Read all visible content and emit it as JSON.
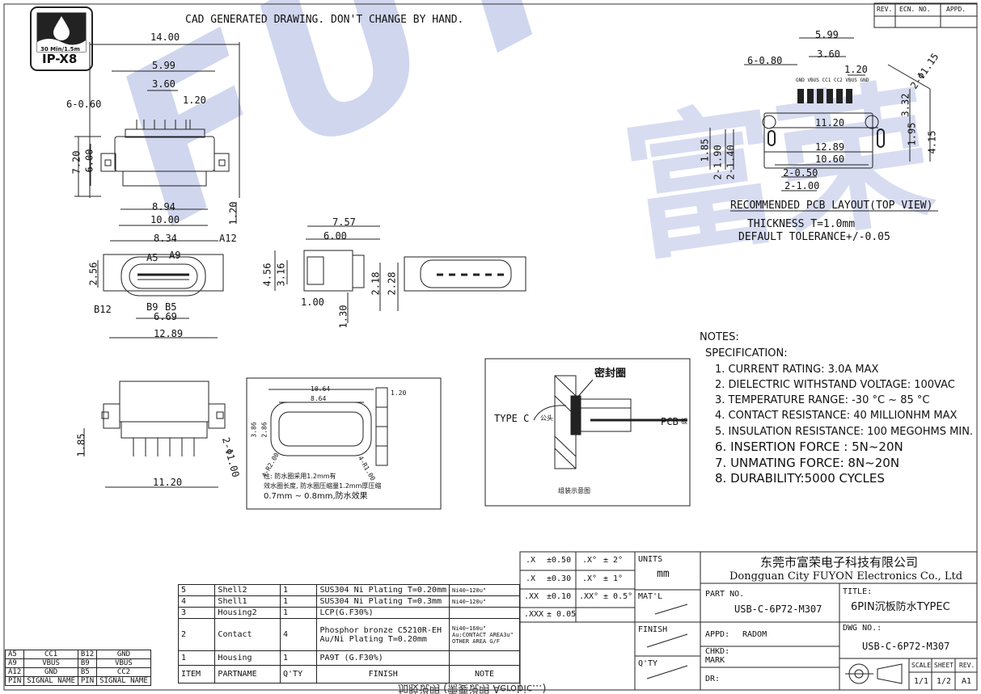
{
  "header": {
    "cad_note": "CAD GENERATED DRAWING. DON'T CHANGE BY HAND.",
    "rev_cols": [
      "REV.",
      "ECN. NO.",
      "APPD."
    ]
  },
  "badge": {
    "rating_small": "30 Min/1.5m",
    "rating": "IP-X8"
  },
  "watermark": {
    "text": "FUYON",
    "cn": "富荣"
  },
  "dims_top_view": [
    "14.00",
    "5.99",
    "3.60",
    "6-0.60",
    "1.20",
    "7.20",
    "6.00",
    "8.94",
    "10.00",
    "1.20"
  ],
  "dims_front_view": [
    "8.34",
    "A12",
    "A5",
    "A9",
    "2.56",
    "B12",
    "B9",
    "B5",
    "6.69",
    "12.89"
  ],
  "dims_side_view": [
    "7.57",
    "6.00",
    "4.56",
    "3.16",
    "2.18",
    "2.28",
    "1.00",
    "1.30"
  ],
  "dims_bottom_view": [
    "1.85",
    "11.20",
    "2-Φ1.00"
  ],
  "dims_detail": [
    "10.64",
    "8.64",
    "1.20",
    "3.86",
    "2.86",
    "4-R2.00",
    "4-R1.00"
  ],
  "detail_notes": [
    "注: 防水圈采用1.2mm有",
    "效水圈长度, 防水圈压缩量1.2mm厚压缩",
    "0.7mm ~ 0.8mm,防水效果"
  ],
  "seal_diagram": {
    "seal_label": "密封圈",
    "type_c": "TYPE C",
    "type_c_suffix": "公头",
    "pcb": "PCB",
    "pcb_suffix": "板",
    "caption": "组装示意图"
  },
  "pcb_layout": {
    "dims": [
      "5.99",
      "3.60",
      "6-0.80",
      "1.20",
      "2-Φ1.15",
      "3.32",
      "11.20",
      "1.95",
      "4.15",
      "1.85",
      "2-1.90",
      "2-1.40",
      "12.89",
      "10.60",
      "2-0.50",
      "2-1.00"
    ],
    "pins": "GND VBUS CC1 CC2 VBUS GND",
    "title": "RECOMMENDED PCB LAYOUT(TOP VIEW)",
    "thickness": "THICKNESS T=1.0mm",
    "tolerance": "DEFAULT TOLERANCE+/-0.05"
  },
  "notes": {
    "heading": "NOTES:",
    "spec": "SPECIFICATION:",
    "items": [
      "1. CURRENT RATING: 3.0A MAX",
      "2. DIELECTRIC WITHSTAND VOLTAGE: 100VAC",
      "3. TEMPERATURE RANGE: -30 °C ~ 85 °C",
      "4. CONTACT RESISTANCE: 40 MILLIONHM MAX",
      "5. INSULATION RESISTANCE: 100 MEGOHMS MIN.",
      "6. INSERTION FORCE : 5N~20N",
      "7. UNMATING FORCE: 8N~20N",
      "8. DURABILITY:5000 CYCLES"
    ]
  },
  "bom": {
    "rows": [
      {
        "item": "5",
        "part": "Shell2",
        "qty": "1",
        "finish": "SUS304  Ni  Plating T=0.20mm",
        "note": "Ni40~120u\""
      },
      {
        "item": "4",
        "part": "Shell1",
        "qty": "1",
        "finish": "SUS304  Ni  Plating  T=0.3mm",
        "note": "Ni40~120u\""
      },
      {
        "item": "3",
        "part": "Housing2",
        "qty": "1",
        "finish": "LCP(G.F30%)",
        "note": ""
      },
      {
        "item": "2",
        "part": "Contact",
        "qty": "4",
        "finish": "Phosphor bronze C5210R-EH Au/Ni Plating T=0.20mm",
        "note": "Ni40~160u\" Au:CONTACT AREA3u\" OTHER AREA G/F"
      },
      {
        "item": "1",
        "part": "Housing",
        "qty": "1",
        "finish": "PA9T (G.F30%)",
        "note": ""
      }
    ],
    "headers": {
      "item": "ITEM",
      "part": "PARTNAME",
      "qty": "Q'TY",
      "finish": "FINISH",
      "note": "NOTE"
    }
  },
  "pin_table": {
    "rows": [
      [
        "A5",
        "CC1",
        "B12",
        "GND"
      ],
      [
        "A9",
        "VBUS",
        "B9",
        "VBUS"
      ],
      [
        "A12",
        "GND",
        "B5",
        "CC2"
      ]
    ],
    "headers": [
      "PIN",
      "SIGNAL NAME",
      "PIN",
      "SIGNAL NAME"
    ]
  },
  "tolerance_table": {
    "rows": [
      [
        ".X",
        "±0.50",
        ".X°",
        "± 2°"
      ],
      [
        ".X",
        "±0.30",
        ".X°",
        "± 1°"
      ],
      [
        ".XX",
        "±0.10",
        ".XX°",
        "± 0.5°"
      ],
      [
        ".XXX",
        "± 0.05",
        "",
        ""
      ]
    ]
  },
  "title_block": {
    "units_label": "UNITS",
    "units": "mm",
    "matl": "MAT'L",
    "finish": "FINISH",
    "qty": "Q'TY",
    "company_cn": "东莞市富荣电子科技有限公司",
    "company_en": "Dongguan City FUYON Electronics Co., Ltd",
    "part_no_label": "PART NO.",
    "part_no": "USB-C-6P72-M307",
    "title_label": "TITLE:",
    "title": "6PIN沉板防水TYPEC",
    "appd_label": "APPD:",
    "appd": "RADOM",
    "dwg_label": "DWG NO.:",
    "dwg": "USB-C-6P72-M307",
    "chkd": "CHKD:",
    "mark": "MARK",
    "dr": "DR:",
    "scale_label": "SCALE",
    "sheet_label": "SHEET",
    "rev_label": "REV.",
    "scale": "1/1",
    "sheet": "1/2",
    "rev": "A1"
  },
  "bottom_mirror": "加胶说明 (需要说明 Aerobic...)"
}
